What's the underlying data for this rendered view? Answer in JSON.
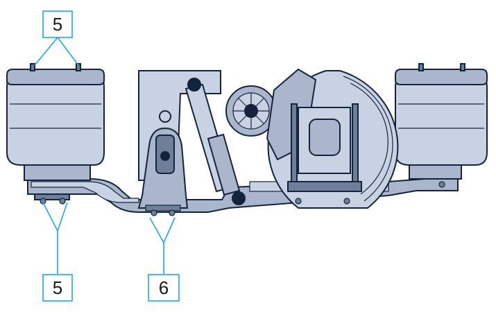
{
  "colors": {
    "callout": "#1fa8de",
    "outline": "#14233c",
    "fill_light": "#c9d2e3",
    "fill_mid": "#aab6cc",
    "fill_dark": "#6f7e99",
    "background": "#ffffff"
  },
  "callouts": [
    {
      "id": "top-left",
      "label": "5"
    },
    {
      "id": "bottom-left",
      "label": "5"
    },
    {
      "id": "bottom-center",
      "label": "6"
    }
  ],
  "icons": [
    "air-spring-icon",
    "shock-absorber-icon",
    "brake-drum-icon",
    "brake-chamber-icon",
    "axle-beam-icon"
  ]
}
